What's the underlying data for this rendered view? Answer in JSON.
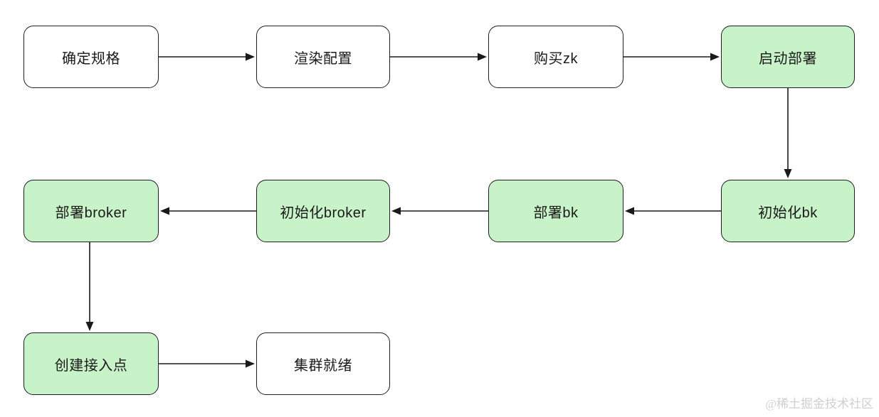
{
  "diagram": {
    "title": "cluster deployment flow",
    "nodes": [
      {
        "id": "confirm-spec",
        "label": "确定规格",
        "status": "pending"
      },
      {
        "id": "render-config",
        "label": "渲染配置",
        "status": "pending"
      },
      {
        "id": "buy-zk",
        "label": "购买zk",
        "status": "pending"
      },
      {
        "id": "start-deploy",
        "label": "启动部署",
        "status": "done"
      },
      {
        "id": "init-bk",
        "label": "初始化bk",
        "status": "done"
      },
      {
        "id": "deploy-bk",
        "label": "部署bk",
        "status": "done"
      },
      {
        "id": "init-broker",
        "label": "初始化broker",
        "status": "done"
      },
      {
        "id": "deploy-broker",
        "label": "部署broker",
        "status": "done"
      },
      {
        "id": "create-endpoint",
        "label": "创建接入点",
        "status": "done"
      },
      {
        "id": "cluster-ready",
        "label": "集群就绪",
        "status": "pending"
      }
    ],
    "edges": [
      {
        "from": "confirm-spec",
        "to": "render-config",
        "direction": "right"
      },
      {
        "from": "render-config",
        "to": "buy-zk",
        "direction": "right"
      },
      {
        "from": "buy-zk",
        "to": "start-deploy",
        "direction": "right"
      },
      {
        "from": "start-deploy",
        "to": "init-bk",
        "direction": "down"
      },
      {
        "from": "init-bk",
        "to": "deploy-bk",
        "direction": "left"
      },
      {
        "from": "deploy-bk",
        "to": "init-broker",
        "direction": "left"
      },
      {
        "from": "init-broker",
        "to": "deploy-broker",
        "direction": "left"
      },
      {
        "from": "deploy-broker",
        "to": "create-endpoint",
        "direction": "down"
      },
      {
        "from": "create-endpoint",
        "to": "cluster-ready",
        "direction": "right"
      }
    ]
  },
  "colors": {
    "canvas_bg": "#ffffff",
    "node_pending_fill": "#ffffff",
    "node_done_fill": "#c8f2c8",
    "node_border": "#1f1f1f",
    "line_color": "#1a1a1a",
    "text_color": "#1a1a1a",
    "watermark_color": "#d0d0d0"
  },
  "watermark": {
    "text": "@稀土掘金技术社区"
  }
}
